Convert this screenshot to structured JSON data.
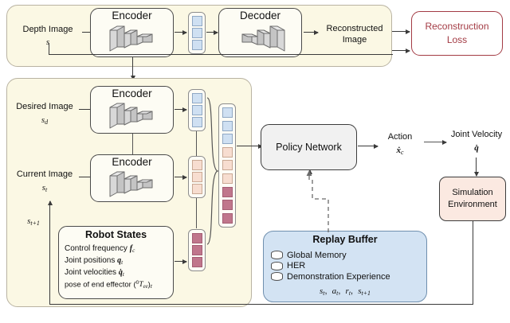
{
  "diagram": {
    "title": "Depth-image autoencoder and reinforcement learning control architecture",
    "colors": {
      "panel_fill": "#fbf8e4",
      "panel_border": "#b9b3a2",
      "box_fill": "#fdfcf4",
      "box_border": "#4a4a4a",
      "policy_fill": "#f1f1f1",
      "loss_border": "#a33b44",
      "loss_text": "#a33b44",
      "sim_fill": "#fbe9e1",
      "buffer_fill": "#d3e3f3",
      "buffer_border": "#6f8fae",
      "cell_blue": "#cfe0f2",
      "cell_peach": "#f7ddd0",
      "cell_rose": "#c0768c"
    }
  },
  "autoencoder_panel": {
    "input_label": "Depth Image",
    "input_symbol": "s",
    "encoder_label": "Encoder",
    "decoder_label": "Decoder",
    "output_label_line1": "Reconstructed",
    "output_label_line2": "Image",
    "latent_cells": [
      "blue",
      "blue",
      "blue"
    ]
  },
  "loss_box": {
    "line1": "Reconstruction",
    "line2": "Loss"
  },
  "rl_panel": {
    "desired_image_label": "Desired Image",
    "desired_image_symbol": "s_d",
    "current_image_label": "Current Image",
    "current_image_symbol": "s_t",
    "next_state_symbol": "s_{t+1}",
    "encoder_top_label": "Encoder",
    "encoder_bottom_label": "Encoder",
    "vector_desired": [
      "blue",
      "blue",
      "blue"
    ],
    "vector_current": [
      "peach",
      "peach",
      "peach"
    ],
    "vector_states": [
      "rose",
      "rose",
      "rose"
    ],
    "vector_concat": [
      "blue",
      "blue",
      "blue",
      "peach",
      "peach",
      "peach",
      "rose",
      "rose",
      "rose"
    ],
    "robot_states": {
      "title": "Robot States",
      "items": [
        "Control frequency f_c",
        "Joint positions q_t",
        "Joint velocities q̇_t",
        "pose of end effector (⁰T_ee)_t"
      ]
    }
  },
  "policy": {
    "label": "Policy Network",
    "action_label": "Action",
    "action_symbol": "ẋ_c",
    "joint_velocity_label": "Joint Velocity",
    "joint_velocity_symbol": "q̇"
  },
  "simulation": {
    "line1": "Simulation",
    "line2": "Environment"
  },
  "replay_buffer": {
    "title": "Replay Buffer",
    "items": [
      "Global Memory",
      "HER",
      "Demonstration Experience"
    ],
    "tuple": "s_t,  a_t,  r_t,  s_{t+1}"
  }
}
